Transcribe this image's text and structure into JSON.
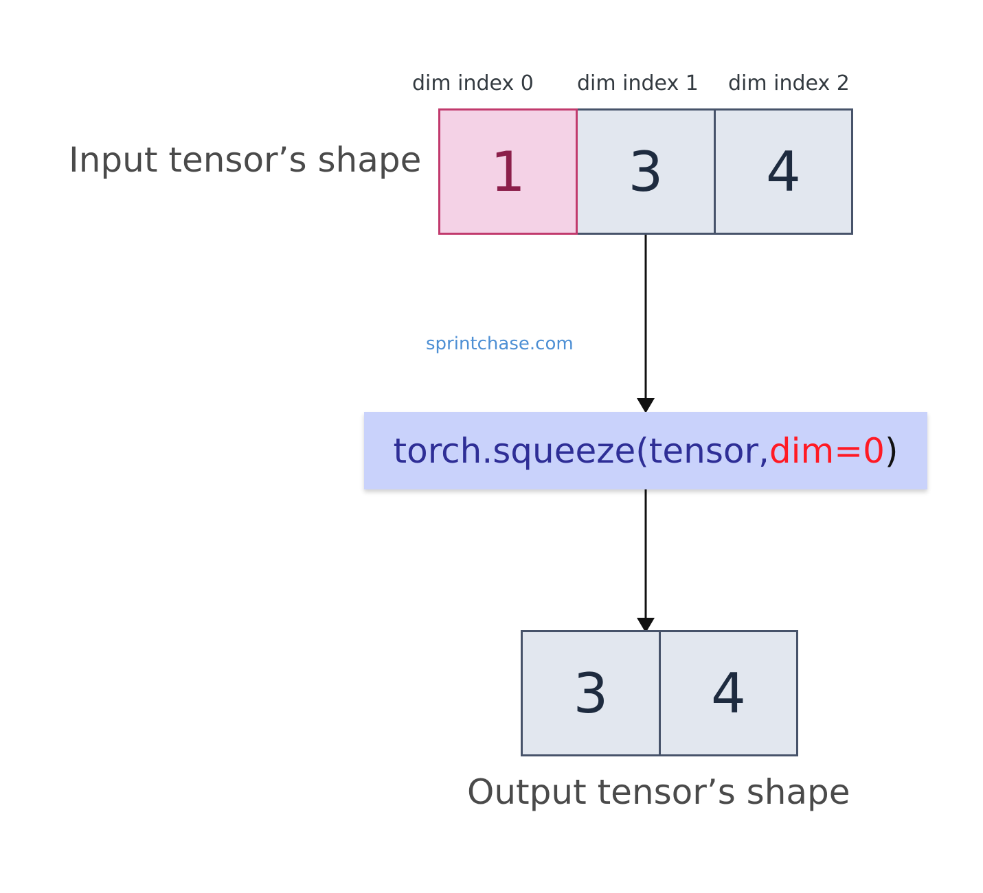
{
  "input": {
    "title": "Input tensor’s shape",
    "dim_labels": [
      "dim index 0",
      "dim index 1",
      "dim index 2"
    ],
    "cells": [
      "1",
      "3",
      "4"
    ]
  },
  "watermark": "sprintchase.com",
  "function": {
    "name": "torch.squeeze(tensor, ",
    "arg": "dim=0",
    "close": ")"
  },
  "output": {
    "title": "Output tensor’s shape",
    "cells": [
      "3",
      "4"
    ]
  },
  "colors": {
    "squeezed_fill": "#f4d2e6",
    "squeezed_border": "#c13a6d",
    "cell_fill": "#e2e7ef",
    "function_fill": "#c9d2fb",
    "highlight_arg": "#ff1a24"
  }
}
